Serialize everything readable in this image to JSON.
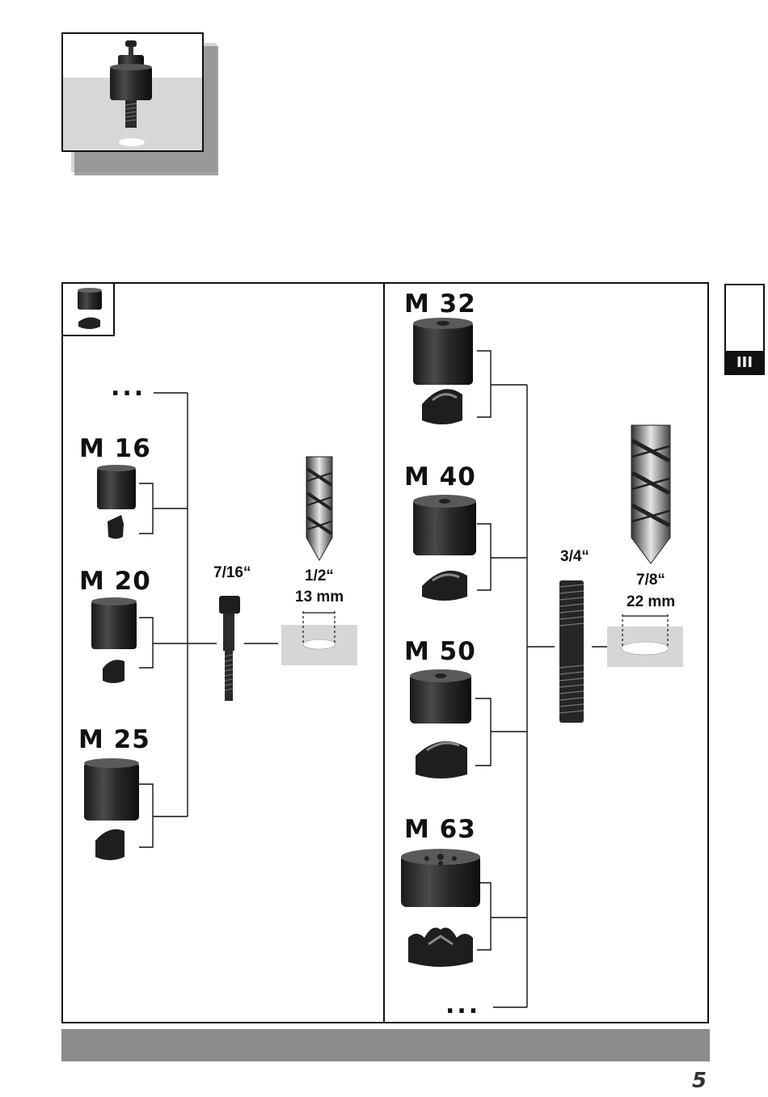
{
  "side_tab": {
    "label": "III"
  },
  "left_panel": {
    "continuation_dots": "...",
    "dies": [
      {
        "label": "M 16"
      },
      {
        "label": "M 20"
      },
      {
        "label": "M 25"
      }
    ],
    "draw_stud_size": "7/16“",
    "pilot_hole": {
      "inch": "1/2“",
      "mm": "13 mm"
    }
  },
  "right_panel": {
    "continuation_dots": "...",
    "dies": [
      {
        "label": "M 32"
      },
      {
        "label": "M 40"
      },
      {
        "label": "M 50"
      },
      {
        "label": "M 63"
      }
    ],
    "draw_stud_size": "3/4“",
    "pilot_hole": {
      "inch": "7/8“",
      "mm": "22 mm"
    }
  },
  "page_number": "5"
}
